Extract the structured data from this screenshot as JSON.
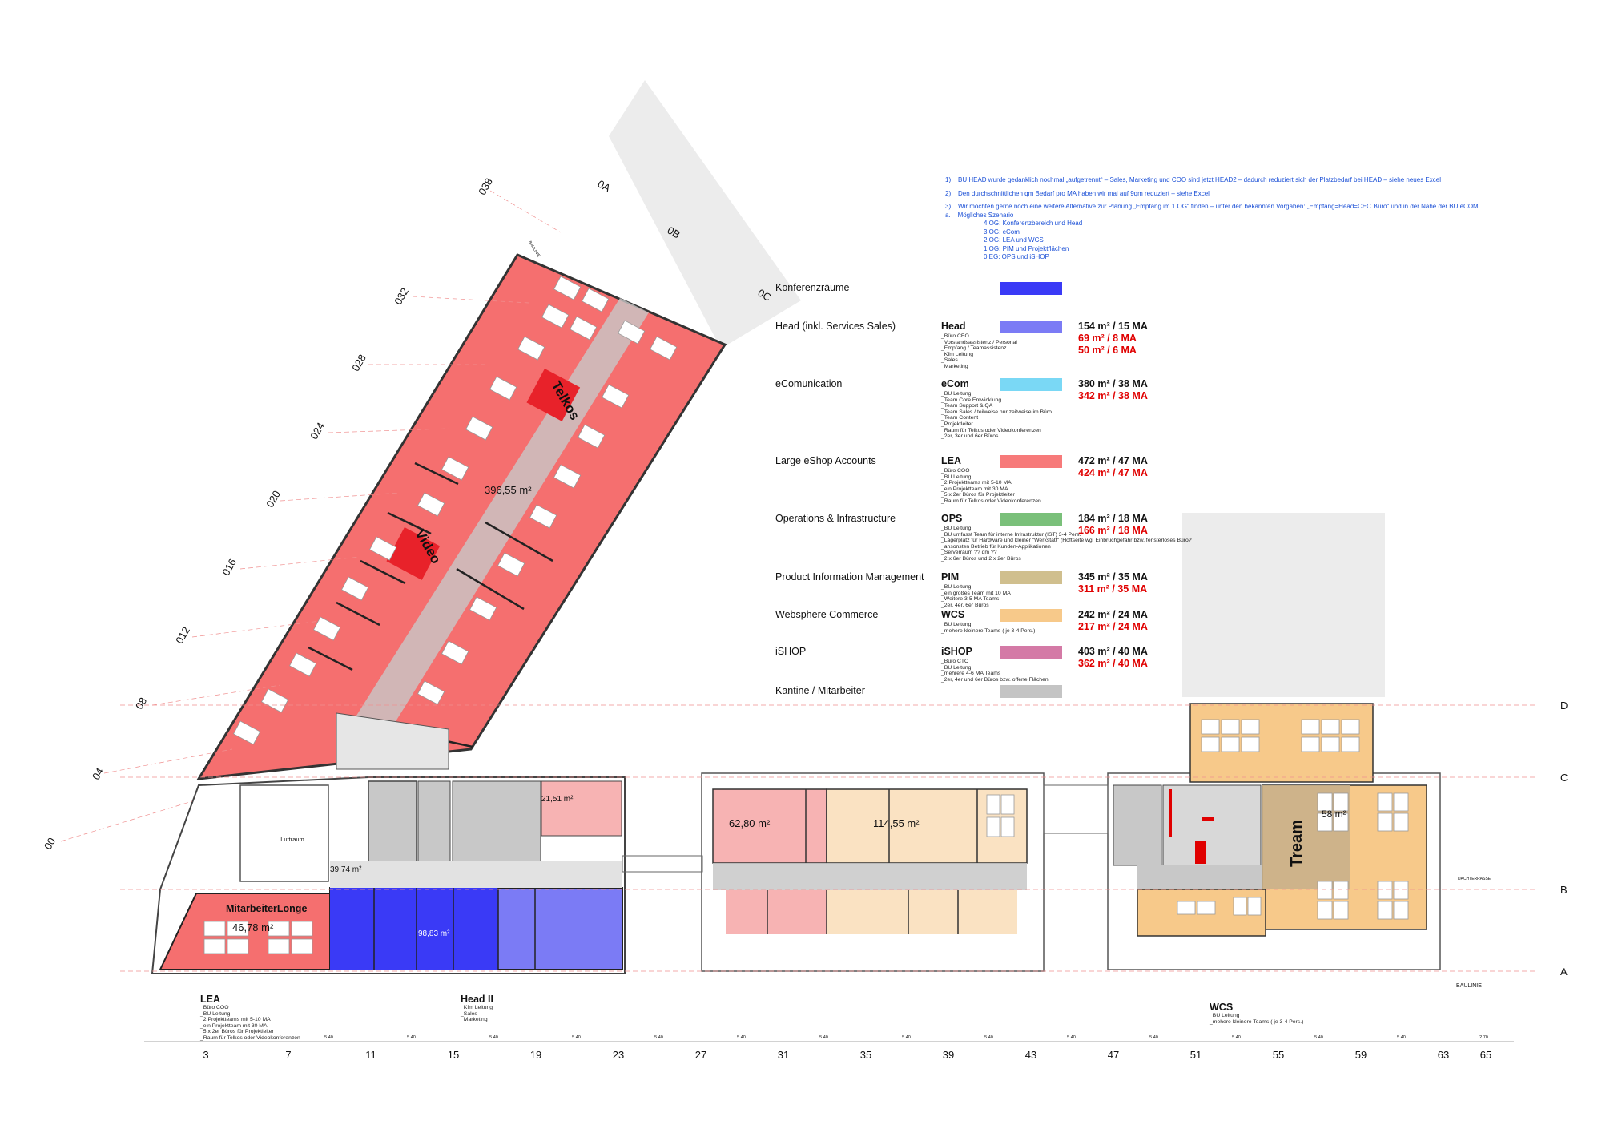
{
  "notes": [
    {
      "num": "1)",
      "text": "BU HEAD wurde gedanklich nochmal „aufgetrennt“ – Sales, Marketing und COO sind jetzt HEAD2 – dadurch reduziert sich der Platzbedarf bei HEAD – siehe neues Excel"
    },
    {
      "num": "2)",
      "text": "Den durchschnittlichen qm Bedarf pro MA haben wir mal auf 9qm reduziert – siehe Excel"
    },
    {
      "num": "3)",
      "text": "Wir möchten gerne noch eine weitere Alternative zur Planung „Empfang im 1.OG“ finden – unter den bekannten Vorgaben: „Empfang=Head=CEO Büro“ und in der Nähe der BU eCOM"
    }
  ],
  "scenario": {
    "num": "a.",
    "title": "Mögliches Szenario",
    "lines": [
      "4.OG: Konferenzbereich und Head",
      "3.OG: eCom",
      "2.OG: LEA und WCS",
      "1.OG: PIM und Projektflächen",
      "0.EG: OPS und iSHOP"
    ]
  },
  "legend": [
    {
      "label": "Konferenzräume",
      "code": "",
      "details": [],
      "color": "#3a3af6",
      "area": "",
      "area_new": []
    },
    {
      "label": "Head (inkl. Services Sales)",
      "code": "Head",
      "details": [
        "_Büro CEO",
        "_Vorstandsassistenz / Personal",
        "_Empfang / Teamassistenz",
        "_Kfm Leitung",
        "_Sales",
        "_Marketing"
      ],
      "color": "#7b7bf5",
      "area": "154 m² / 15 MA",
      "area_new": [
        "69 m² / 8 MA",
        "50 m² / 6 MA"
      ]
    },
    {
      "label": "eComunication",
      "code": "eCom",
      "details": [
        "_BU Leitung",
        "_Team Core Entwicklung",
        "_Team Support & QA",
        "_Team Sales / teilweise nur zeitweise im Büro",
        "_Team Content",
        "_Projektleiter",
        "_Raum für Telkos oder Videokonferenzen",
        "_2er, 3er und 6er Büros"
      ],
      "color": "#7ad8f5",
      "area": "380 m² / 38 MA",
      "area_new": [
        "342 m² / 38 MA"
      ]
    },
    {
      "label": "Large eShop Accounts",
      "code": "LEA",
      "details": [
        "_Büro COO",
        "_BU Leitung",
        "_2 Projektteams mit 5-10 MA",
        "_ein Projektteam mit 30 MA",
        "_5 x 2er Büros für Projektleiter",
        "_Raum für Telkos oder Videokonferenzen"
      ],
      "color": "#f77a7a",
      "area": "472 m² / 47 MA",
      "area_new": [
        "424 m² / 47 MA"
      ]
    },
    {
      "label": "Operations & Infrastructure",
      "code": "OPS",
      "details": [
        "_BU Leitung",
        "_BU umfasst Team für interne Infrastruktur (IST) 3-4 Pers.",
        "_Lagerplatz für Hardware und kleiner \"Werkstatt\" (Hoftseite wg. Einbruchgefahr bzw. fensterloses Büro?",
        "_ansonsten Betrieb für Kunden-Applikationen",
        "_Serverraum ?? qm ??",
        "_2 x 6er Büros und 2 x 2er Büros"
      ],
      "color": "#7ac07a",
      "area": "184 m² / 18 MA",
      "area_new": [
        "166 m² / 18 MA"
      ]
    },
    {
      "label": "Product Information Management",
      "code": "PIM",
      "details": [
        "_BU Leitung",
        "_ein großes Team mit 10 MA",
        "_Weitere 3-5 MA Teams",
        "_2er, 4er, 6er Büros"
      ],
      "color": "#d0bf8e",
      "area": "345 m² / 35 MA",
      "area_new": [
        "311 m² / 35 MA"
      ]
    },
    {
      "label": "Websphere Commerce",
      "code": "WCS",
      "details": [
        "_BU Leitung",
        "_mehere kleinere Teams ( je 3-4 Pers.)"
      ],
      "color": "#f7c98a",
      "area": "242 m² / 24 MA",
      "area_new": [
        "217 m² / 24 MA"
      ]
    },
    {
      "label": "iSHOP",
      "code": "iSHOP",
      "details": [
        "_Büro CTO",
        "_BU Leitung",
        "_mehrere 4-6 MA Teams",
        "_2er, 4er und 6er Büros bzw. offene Flächen"
      ],
      "color": "#d47aa6",
      "area": "403 m² / 40 MA",
      "area_new": [
        "362 m² / 40 MA"
      ]
    },
    {
      "label": "Kantine  /  Mitarbeiter",
      "code": "",
      "details": [],
      "color": "#c4c4c4",
      "area": "",
      "area_new": []
    }
  ],
  "rooms": {
    "wing_area": "396,55 m²",
    "telkos": "Telkos",
    "video": "Video",
    "mitarbeiter_longe": "MitarbeiterLonge",
    "longe_area": "46,78 m²",
    "head_area": "98,83 m²",
    "corridor_area": "39,74 m²",
    "small_room_area": "21,51 m²",
    "room_a_area": "62,80 m²",
    "room_b_area": "114,55 m²",
    "east_area": "58 m²",
    "tream": "Tream",
    "luftraum": "Luftraum",
    "baulinie_top": "BAULINIE",
    "baulinie_right": "BAULINIE",
    "dachterrasse": "DACHTERRASSE"
  },
  "bottom_blocks": [
    {
      "title": "LEA",
      "lines": [
        "_Büro COO",
        "_BU Leitung",
        "_2 Projektteams mit 5-10 MA",
        "_ein Projektteam mit 30 MA",
        "_5 x 2er Büros für Projektleiter",
        "_Raum für Telkos oder Videokonferenzen"
      ]
    },
    {
      "title": "Head II",
      "lines": [
        "_Kfm Leitung",
        "_Sales",
        "_Marketing"
      ]
    },
    {
      "title": "WCS",
      "lines": [
        "_BU Leitung",
        "_mehere kleinere Teams ( je 3-4 Pers.)"
      ]
    }
  ],
  "axes_bottom": [
    "3",
    "7",
    "11",
    "15",
    "19",
    "23",
    "27",
    "31",
    "35",
    "39",
    "43",
    "47",
    "51",
    "55",
    "59",
    "63",
    "65"
  ],
  "axes_bottom_dims": [
    "5.40",
    "5.40",
    "5.40",
    "5.40",
    "5.40",
    "5.40",
    "5.40",
    "5.40",
    "5.40",
    "5.40",
    "5.40",
    "5.40",
    "5.40",
    "5.40",
    "2.70"
  ],
  "axes_right": [
    "D",
    "C",
    "B",
    "A"
  ],
  "axes_diag": [
    "00",
    "04",
    "08",
    "012",
    "016",
    "020",
    "024",
    "028",
    "032",
    "038"
  ],
  "axes_top": [
    "0A",
    "0B",
    "0C"
  ]
}
